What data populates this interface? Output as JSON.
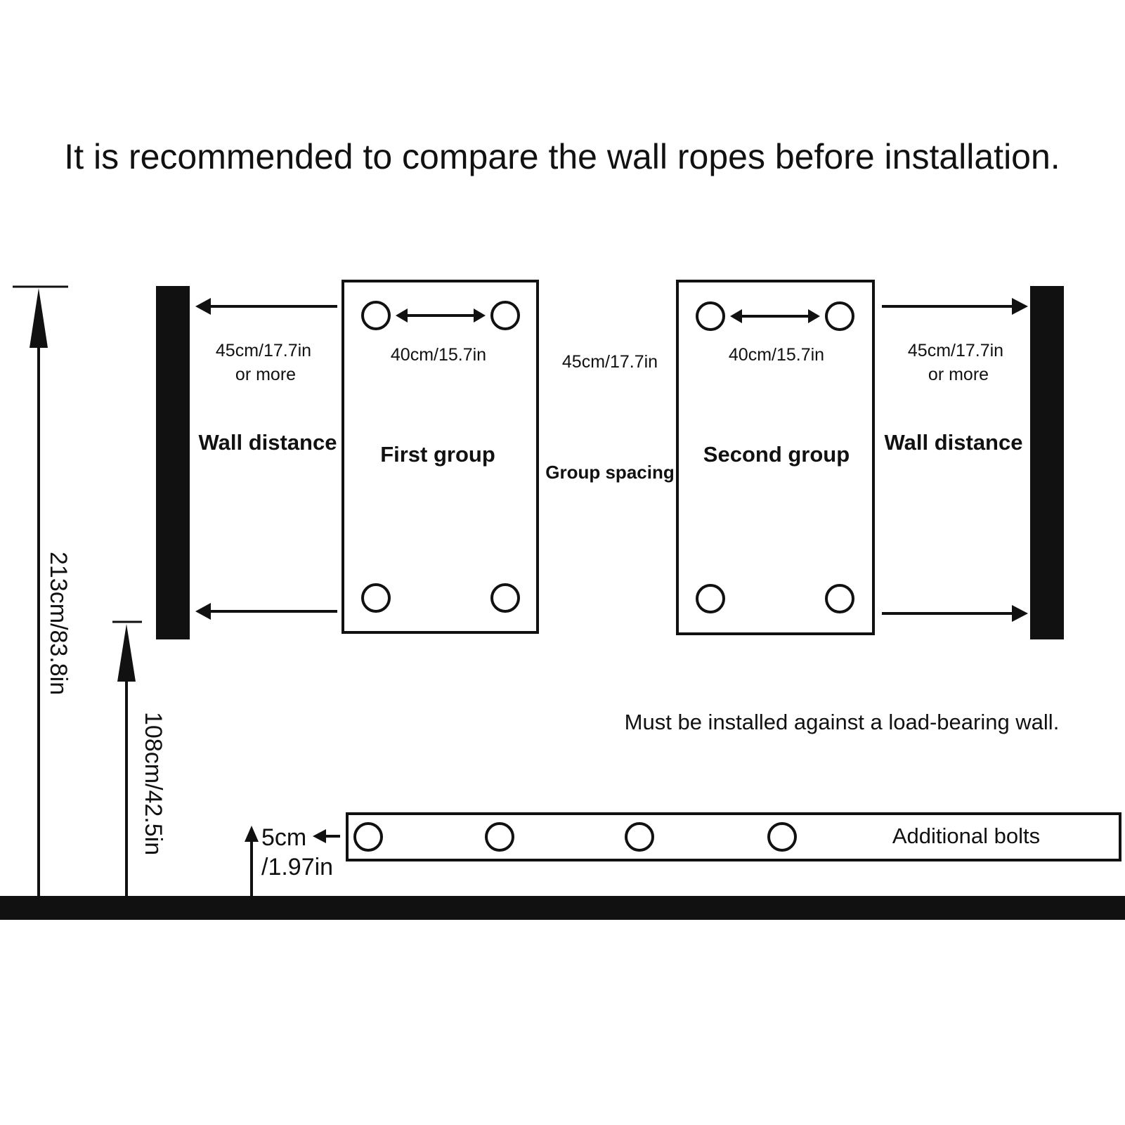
{
  "title": "It is recommended to compare the wall ropes before installation.",
  "left_wall": {
    "distance_value": "45cm/17.7in",
    "distance_qualifier": "or more",
    "label": "Wall distance"
  },
  "right_wall": {
    "distance_value": "45cm/17.7in",
    "distance_qualifier": "or more",
    "label": "Wall distance"
  },
  "first_group": {
    "hole_spacing": "40cm/15.7in",
    "label": "First group"
  },
  "second_group": {
    "hole_spacing": "40cm/15.7in",
    "label": "Second group"
  },
  "group_spacing": {
    "value": "45cm/17.7in",
    "label": "Group spacing"
  },
  "heights": {
    "total": "213cm/83.8in",
    "lower": "108cm/42.5in",
    "bolt_offset_line1": "5cm",
    "bolt_offset_line2": "/1.97in"
  },
  "note": "Must be installed against a load-bearing wall.",
  "additional_bolts_label": "Additional bolts",
  "colors": {
    "ink": "#111111",
    "background": "#ffffff"
  }
}
